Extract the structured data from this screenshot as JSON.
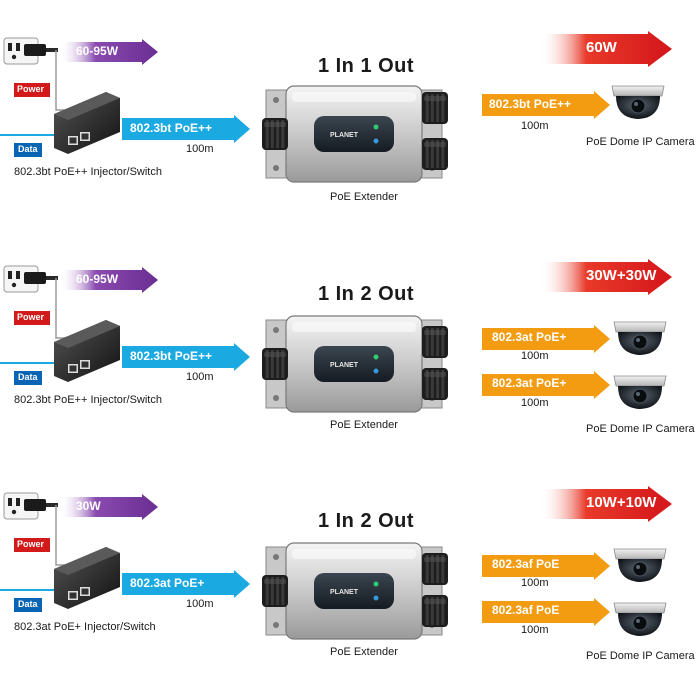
{
  "colors": {
    "purple": "#7b3fa0",
    "cyan": "#1aa9e0",
    "orange": "#f39c12",
    "red": "#e0231b",
    "power_tag": "#d31a1a",
    "data_tag": "#0a64b4"
  },
  "icons": [
    "power-outlet-icon",
    "poe-injector-icon",
    "poe-extender-icon",
    "dome-camera-icon"
  ],
  "sections": [
    {
      "title": "1 In 1 Out",
      "power_label": "Power",
      "data_label": "Data",
      "input_watt": "60-95W",
      "input_standard": "802.3bt PoE++",
      "input_distance": "100m",
      "injector_label": "802.3bt PoE++ Injector/Switch",
      "extender_label": "PoE Extender",
      "output_watt": "60W",
      "outputs": [
        {
          "standard": "802.3bt PoE++",
          "distance": "100m"
        }
      ],
      "camera_label": "PoE Dome IP Camera",
      "brand": "PLANET"
    },
    {
      "title": "1 In 2 Out",
      "power_label": "Power",
      "data_label": "Data",
      "input_watt": "60-95W",
      "input_standard": "802.3bt PoE++",
      "input_distance": "100m",
      "injector_label": "802.3bt PoE++ Injector/Switch",
      "extender_label": "PoE Extender",
      "output_watt": "30W+30W",
      "outputs": [
        {
          "standard": "802.3at PoE+",
          "distance": "100m"
        },
        {
          "standard": "802.3at PoE+",
          "distance": "100m"
        }
      ],
      "camera_label": "PoE Dome IP Camera",
      "brand": "PLANET"
    },
    {
      "title": "1 In 2 Out",
      "power_label": "Power",
      "data_label": "Data",
      "input_watt": "30W",
      "input_standard": "802.3at PoE+",
      "input_distance": "100m",
      "injector_label": "802.3at PoE+ Injector/Switch",
      "extender_label": "PoE Extender",
      "output_watt": "10W+10W",
      "outputs": [
        {
          "standard": "802.3af PoE",
          "distance": "100m"
        },
        {
          "standard": "802.3af PoE",
          "distance": "100m"
        }
      ],
      "camera_label": "PoE Dome IP Camera",
      "brand": "PLANET"
    }
  ]
}
